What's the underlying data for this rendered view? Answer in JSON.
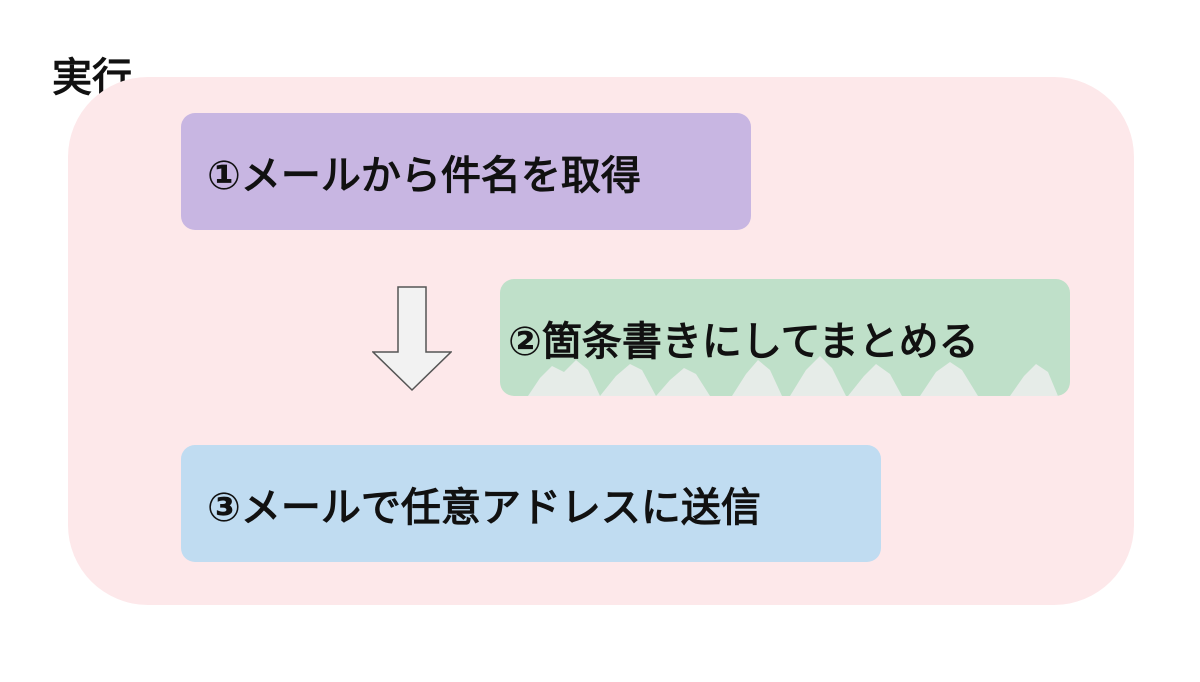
{
  "diagram": {
    "title": "実行",
    "steps": [
      {
        "label": "①メールから件名を取得",
        "color": "#c8b6e2"
      },
      {
        "label": "②箇条書きにしてまとめる",
        "color": "#bfe0c9"
      },
      {
        "label": "③メールで任意アドレスに送信",
        "color": "#c0dcf1"
      }
    ],
    "container_color": "#fde8ea",
    "arrow_icon": "down-arrow-icon"
  }
}
